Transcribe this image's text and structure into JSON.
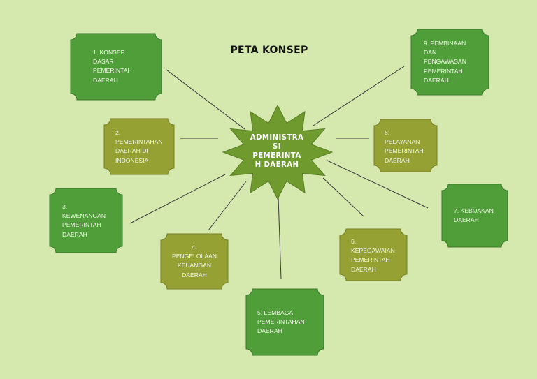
{
  "title": "PETA KONSEP",
  "hub": {
    "label": "ADMINISTRA\nSI\nPEMERINTA\nH DAERAH",
    "color": "#6e9a2e"
  },
  "colors": {
    "dark_green": "#4f9e3a",
    "olive": "#95a133",
    "line": "#3a3a3a",
    "background": "#d5e8ae"
  },
  "nodes": [
    {
      "id": "1",
      "label": "1.     KONSEP\n         DASAR\n         PEMERINTAH\n         DAERAH",
      "color": "dark_green"
    },
    {
      "id": "2",
      "label": "2.\nPEMERINTAHAN\nDAERAH DI\nINDONESIA",
      "color": "olive"
    },
    {
      "id": "3",
      "label": "3.\nKEWENANGAN\nPEMERINTAH\nDAERAH",
      "color": "dark_green"
    },
    {
      "id": "4",
      "label": "4.\nPENGELOLAAN\nKEUANGAN\nDAERAH",
      "color": "olive"
    },
    {
      "id": "5",
      "label": "5. LEMBAGA\nPEMERINTAHAN\nDAERAH",
      "color": "dark_green"
    },
    {
      "id": "6",
      "label": "6.\nKEPEGAWAIAN\nPEMERINTAH\nDAERAH",
      "color": "olive"
    },
    {
      "id": "7",
      "label": "7. KEBIJAKAN\nDAERAH",
      "color": "dark_green"
    },
    {
      "id": "8",
      "label": "8.\nPELAYANAN\nPEMERINTAH\nDAERAH",
      "color": "olive"
    },
    {
      "id": "9",
      "label": "9. PEMBINAAN\nDAN\nPENGAWASAN\nPEMERINTAH\nDAERAH",
      "color": "dark_green"
    }
  ]
}
